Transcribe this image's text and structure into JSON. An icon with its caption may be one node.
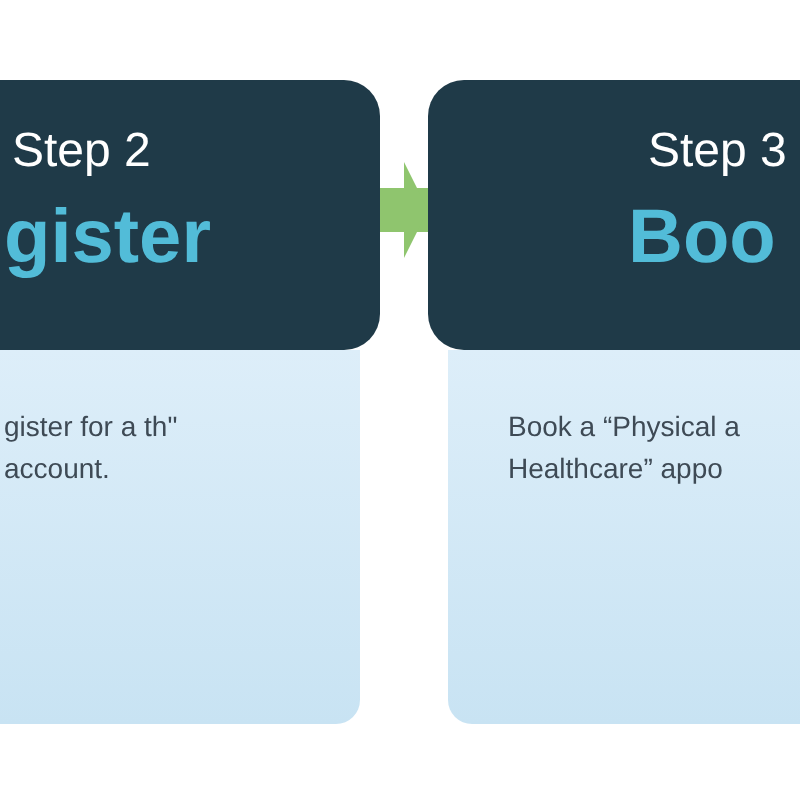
{
  "diagram": {
    "nodes": [
      {
        "text": [
          "Step 2",
          "gister"
        ]
      },
      {
        "text": [
          "gister for a th\" account."
        ]
      },
      {
        "text": [
          "Step 3",
          "Boo"
        ]
      },
      {
        "text": [
          "Book a “Physical a Healthcare” appo"
        ]
      }
    ],
    "edges": [
      {
        "from": 0,
        "to": 2,
        "arrow": "to",
        "color": "#8fc56e"
      }
    ]
  }
}
